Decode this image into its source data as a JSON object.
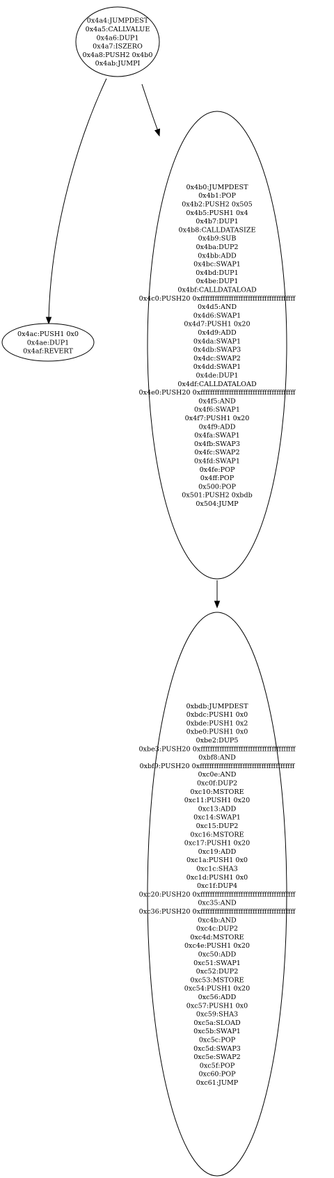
{
  "nodes": [
    {
      "id": "n_4a4",
      "lines": [
        "0x4a4:JUMPDEST",
        "0x4a5:CALLVALUE",
        "0x4a6:DUP1",
        "0x4a7:ISZERO",
        "0x4a8:PUSH2 0x4b0",
        "0x4ab:JUMPI"
      ]
    },
    {
      "id": "n_4ac",
      "lines": [
        "0x4ac:PUSH1 0x0",
        "0x4ae:DUP1",
        "0x4af:REVERT"
      ]
    },
    {
      "id": "n_4b0",
      "lines": [
        "0x4b0:JUMPDEST",
        "0x4b1:POP",
        "0x4b2:PUSH2 0x505",
        "0x4b5:PUSH1 0x4",
        "0x4b7:DUP1",
        "0x4b8:CALLDATASIZE",
        "0x4b9:SUB",
        "0x4ba:DUP2",
        "0x4bb:ADD",
        "0x4bc:SWAP1",
        "0x4bd:DUP1",
        "0x4be:DUP1",
        "0x4bf:CALLDATALOAD",
        "0x4c0:PUSH20 0xffffffffffffffffffffffffffffffffffffffff",
        "0x4d5:AND",
        "0x4d6:SWAP1",
        "0x4d7:PUSH1 0x20",
        "0x4d9:ADD",
        "0x4da:SWAP1",
        "0x4db:SWAP3",
        "0x4dc:SWAP2",
        "0x4dd:SWAP1",
        "0x4de:DUP1",
        "0x4df:CALLDATALOAD",
        "0x4e0:PUSH20 0xffffffffffffffffffffffffffffffffffffffff",
        "0x4f5:AND",
        "0x4f6:SWAP1",
        "0x4f7:PUSH1 0x20",
        "0x4f9:ADD",
        "0x4fa:SWAP1",
        "0x4fb:SWAP3",
        "0x4fc:SWAP2",
        "0x4fd:SWAP1",
        "0x4fe:POP",
        "0x4ff:POP",
        "0x500:POP",
        "0x501:PUSH2 0xbdb",
        "0x504:JUMP"
      ]
    },
    {
      "id": "n_bdb",
      "lines": [
        "0xbdb:JUMPDEST",
        "0xbdc:PUSH1 0x0",
        "0xbde:PUSH1 0x2",
        "0xbe0:PUSH1 0x0",
        "0xbe2:DUP5",
        "0xbe3:PUSH20 0xffffffffffffffffffffffffffffffffffffffff",
        "0xbf8:AND",
        "0xbf9:PUSH20 0xffffffffffffffffffffffffffffffffffffffff",
        "0xc0e:AND",
        "0xc0f:DUP2",
        "0xc10:MSTORE",
        "0xc11:PUSH1 0x20",
        "0xc13:ADD",
        "0xc14:SWAP1",
        "0xc15:DUP2",
        "0xc16:MSTORE",
        "0xc17:PUSH1 0x20",
        "0xc19:ADD",
        "0xc1a:PUSH1 0x0",
        "0xc1c:SHA3",
        "0xc1d:PUSH1 0x0",
        "0xc1f:DUP4",
        "0xc20:PUSH20 0xffffffffffffffffffffffffffffffffffffffff",
        "0xc35:AND",
        "0xc36:PUSH20 0xffffffffffffffffffffffffffffffffffffffff",
        "0xc4b:AND",
        "0xc4c:DUP2",
        "0xc4d:MSTORE",
        "0xc4e:PUSH1 0x20",
        "0xc50:ADD",
        "0xc51:SWAP1",
        "0xc52:DUP2",
        "0xc53:MSTORE",
        "0xc54:PUSH1 0x20",
        "0xc56:ADD",
        "0xc57:PUSH1 0x0",
        "0xc59:SHA3",
        "0xc5a:SLOAD",
        "0xc5b:SWAP1",
        "0xc5c:POP",
        "0xc5d:SWAP3",
        "0xc5e:SWAP2",
        "0xc5f:POP",
        "0xc60:POP",
        "0xc61:JUMP"
      ]
    }
  ],
  "edges": [
    {
      "from": "n_4a4",
      "to": "n_4ac"
    },
    {
      "from": "n_4a4",
      "to": "n_4b0"
    },
    {
      "from": "n_4b0",
      "to": "n_bdb"
    }
  ]
}
